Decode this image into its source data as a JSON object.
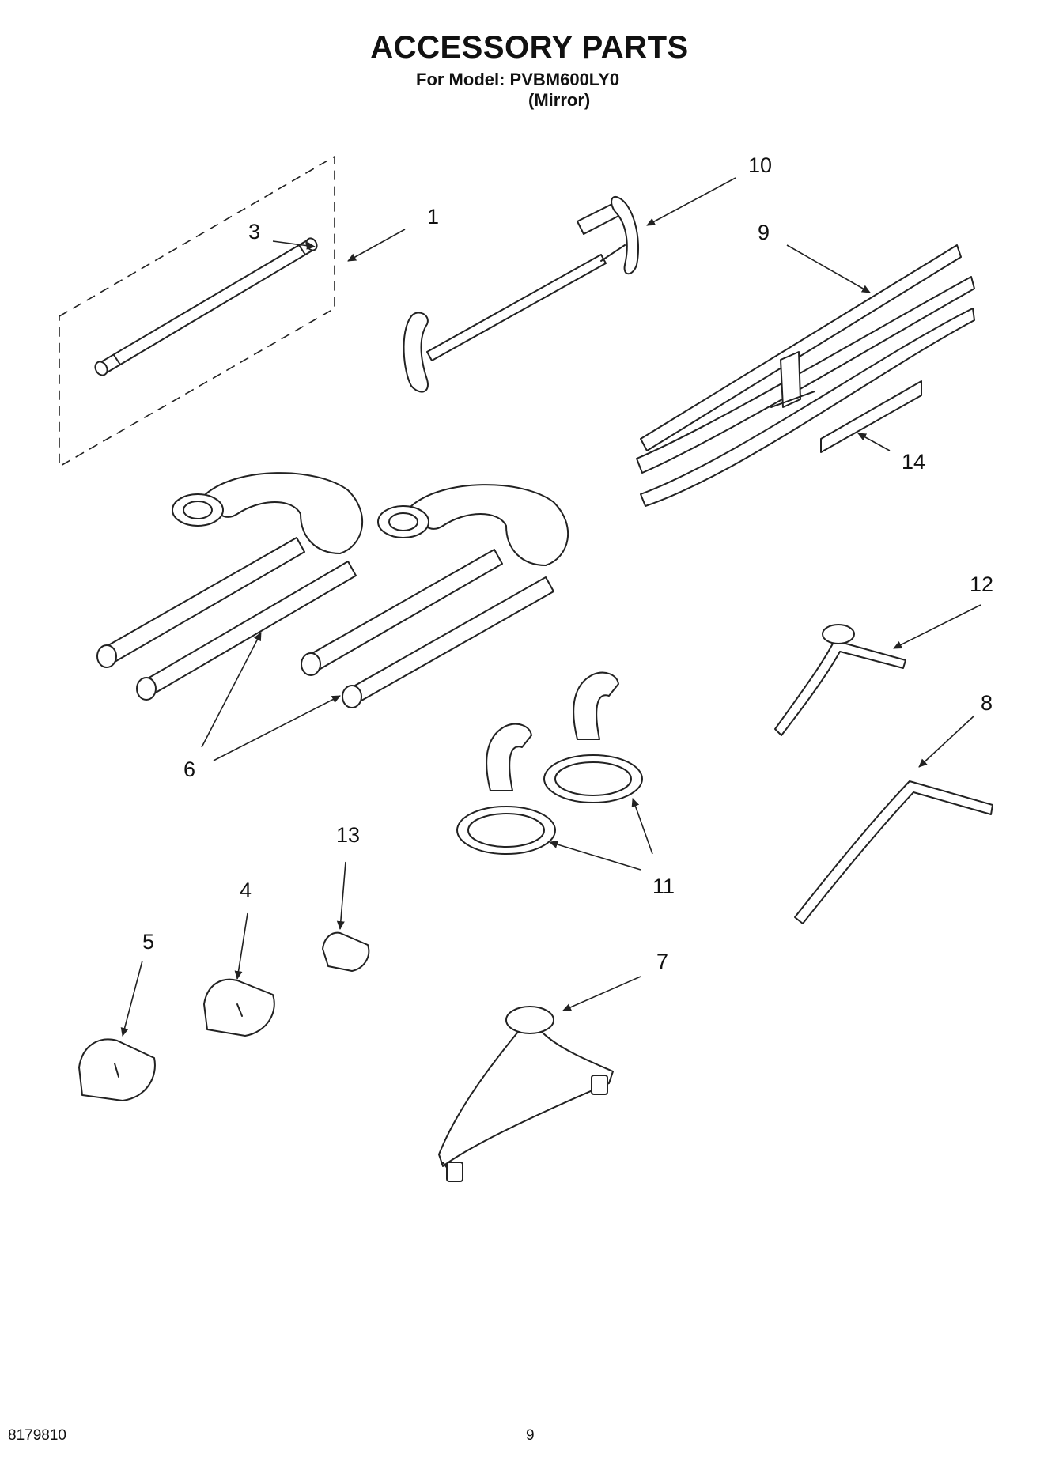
{
  "header": {
    "title": "ACCESSORY PARTS",
    "model_line": "For Model: PVBM600LY0",
    "variant": "(Mirror)"
  },
  "callouts": [
    "1",
    "3",
    "10",
    "9",
    "14",
    "6",
    "12",
    "8",
    "13",
    "11",
    "4",
    "5",
    "7"
  ],
  "footer": {
    "doc_number": "8179810",
    "page_number": "9"
  }
}
